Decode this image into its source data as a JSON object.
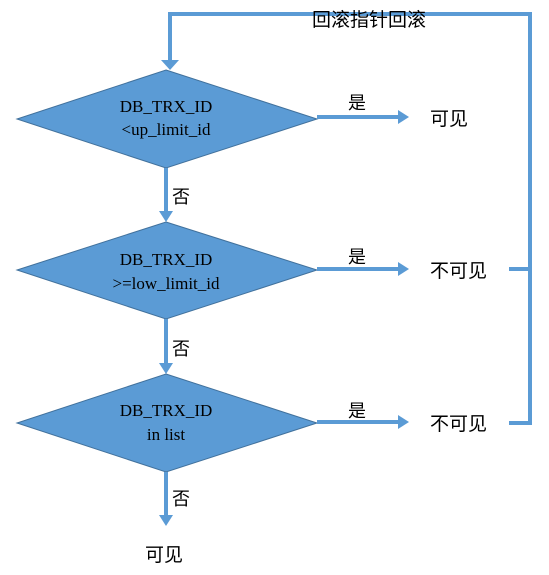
{
  "diagram": {
    "colors": {
      "decision_fill": "#5b9bd5",
      "decision_stroke": "#41719c",
      "connector": "#5b9bd5",
      "text": "#000000"
    },
    "loop_label": "回滚指针回滚",
    "decisions": [
      {
        "line1": "DB_TRX_ID",
        "line2": "<up_limit_id"
      },
      {
        "line1": "DB_TRX_ID",
        "line2": ">=low_limit_id"
      },
      {
        "line1": "DB_TRX_ID",
        "line2": "in list"
      }
    ],
    "edge_labels": {
      "yes": "是",
      "no": "否"
    },
    "outcomes": {
      "visible_1": "可见",
      "invisible_1": "不可见",
      "invisible_2": "不可见",
      "visible_final": "可见"
    }
  }
}
